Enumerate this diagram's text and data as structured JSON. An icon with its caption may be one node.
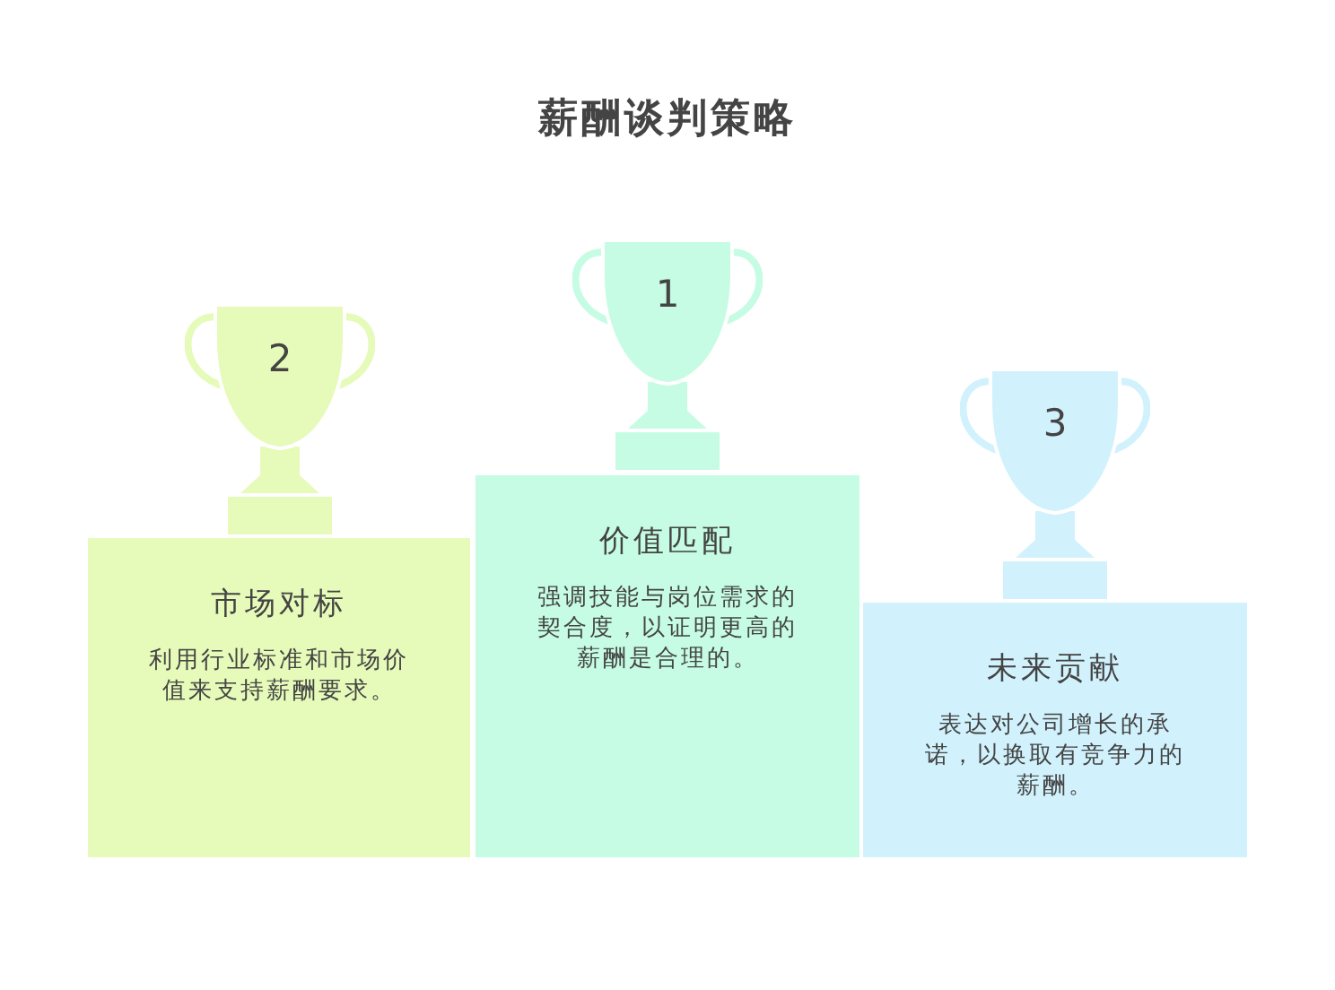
{
  "diagram": {
    "title": "薪酬谈判策略",
    "nodes": [
      {
        "text": [
          "2"
        ]
      },
      {
        "text": [
          "市场对标",
          "利用行业标准和市场价值来支持薪酬要求。"
        ]
      },
      {
        "text": [
          "1"
        ]
      },
      {
        "text": [
          "价值匹配",
          "强调技能与岗位需求的契合度，以证明更高的薪酬是合理的。"
        ]
      },
      {
        "text": [
          "3"
        ]
      },
      {
        "text": [
          "未来贡献",
          "表达对公司增长的承诺，以换取有竞争力的薪酬。"
        ]
      }
    ]
  }
}
